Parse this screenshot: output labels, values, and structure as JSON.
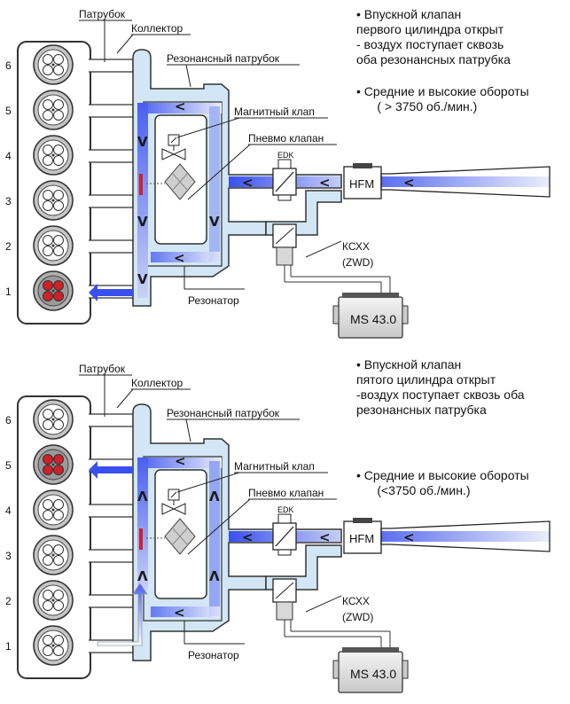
{
  "diagrams": [
    {
      "labels": {
        "patrubok": "Патрубок",
        "kollektor": "Коллектор",
        "rezon_patrubok": "Резонансный патрубок",
        "magn_klap": "Магнитный клап",
        "pnevmo_klap": "Пневмо клапан",
        "rezonator": "Резонатор",
        "edk": "EDK",
        "hfm": "HFM",
        "kcxx": "КСХХ",
        "zwd": "(ZWD)",
        "ms": "MS 43.0"
      },
      "cylinders": [
        "6",
        "5",
        "4",
        "3",
        "2",
        "1"
      ],
      "active_cylinder": "1",
      "arrows": {
        "vert_left": "V",
        "vert_right": "V",
        "top": "<",
        "bottom": "<",
        "main": "<"
      },
      "notes": [
        "Впускной клапан\nпервого цилиндра открыт\n- воздух поступает сквозь\nоба резонансных патрубка",
        "Средние и высокие обороты\n      ( > 3750 об./мин.)"
      ]
    },
    {
      "labels": {
        "patrubok": "Патрубок",
        "kollektor": "Коллектор",
        "rezon_patrubok": "Резонансный патрубок",
        "magn_klap": "Магнитный клап",
        "pnevmo_klap": "Пневмо клапан",
        "rezonator": "Резонатор",
        "edk": "EDK",
        "hfm": "HFM",
        "kcxx": "КСХХ",
        "zwd": "(ZWD)",
        "ms": "MS 43.0"
      },
      "cylinders": [
        "6",
        "5",
        "4",
        "3",
        "2",
        "1"
      ],
      "active_cylinder": "5",
      "arrows": {
        "vert_left": "Λ",
        "vert_right": "Λ",
        "top": "<",
        "bottom": "<",
        "main": "<"
      },
      "notes": [
        "Впускной клапан\nпятого цилиндра открыт\n-воздух поступает сквозь оба\nрезонансных патрубка",
        "Средние и высокие обороты\n      (<3750 об./мин.)"
      ]
    }
  ],
  "colors": {
    "flow": "#3a4ff0",
    "pipe": "#cfe3f3",
    "pipe_edge": "#3a3a3a",
    "active": "#d21f2a"
  }
}
